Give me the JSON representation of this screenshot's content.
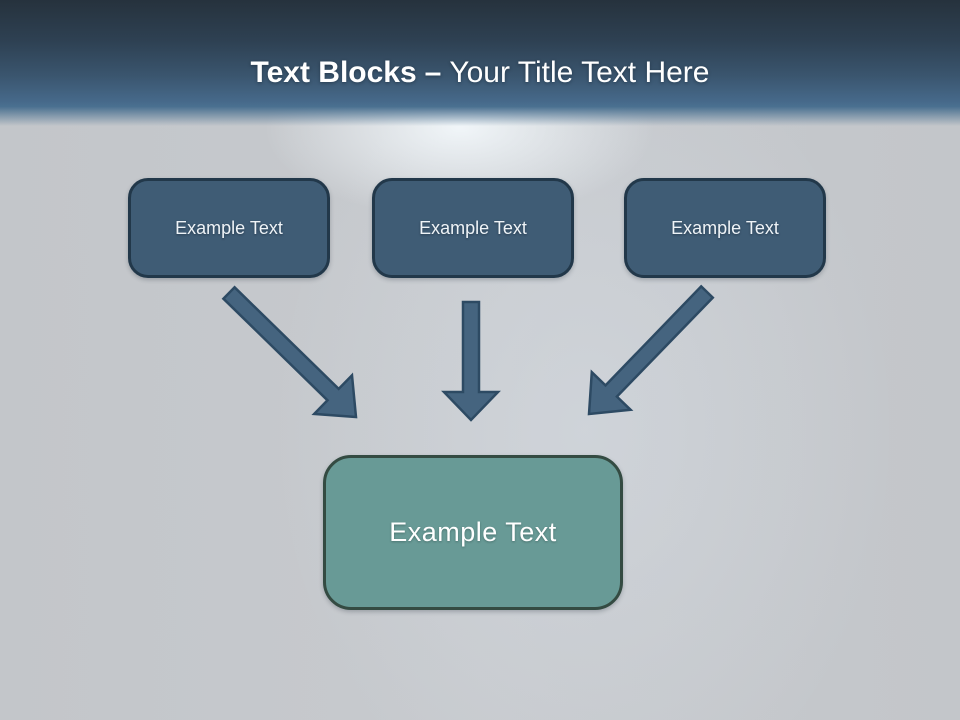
{
  "title": {
    "bold": "Text Blocks",
    "separator": "–",
    "subtitle": "Your Title Text Here"
  },
  "blocks": {
    "top": [
      {
        "label": "Example Text"
      },
      {
        "label": "Example Text"
      },
      {
        "label": "Example Text"
      }
    ],
    "result": {
      "label": "Example Text"
    }
  },
  "icons": {
    "arrows": [
      "arrow-down-right",
      "arrow-down",
      "arrow-down-left"
    ]
  },
  "colors": {
    "header_top": "#26323d",
    "header_bottom": "#4a7090",
    "background": "#c3c6ca",
    "block_fill": "#3f5c75",
    "block_border": "#22384a",
    "block_text": "#eef3f7",
    "result_fill": "#689a96",
    "result_border": "#344b42",
    "arrow_fill": "#45647f",
    "arrow_border": "#2d4a63",
    "title_text": "#ffffff"
  }
}
